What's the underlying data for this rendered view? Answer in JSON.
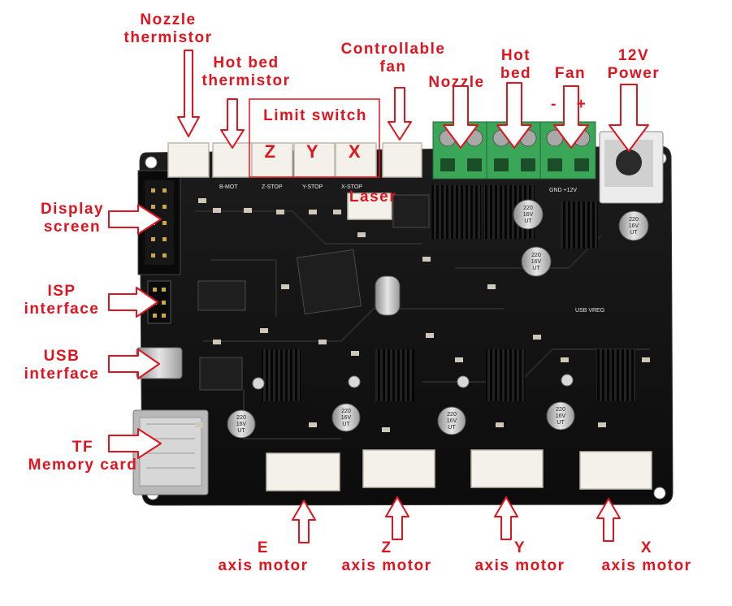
{
  "colors": {
    "label": "#e0141e",
    "board": "#151515",
    "terminal": "#3aa657",
    "connector": "#f4f1ea"
  },
  "labels": {
    "nozzle_thermistor": [
      "Nozzle",
      "thermistor"
    ],
    "hot_bed_thermistor": [
      "Hot bed",
      "thermistor"
    ],
    "limit_switch": "Limit switch",
    "z": "Z",
    "y": "Y",
    "x": "X",
    "laser": "Laser",
    "controllable_fan": [
      "Controllable",
      "fan"
    ],
    "nozzle": "Nozzle",
    "hot_bed": [
      "Hot",
      "bed"
    ],
    "fan": "Fan",
    "fan_minus": "-",
    "fan_plus": "+",
    "power_12v": [
      "12V",
      "Power"
    ],
    "display_screen": [
      "Display",
      "screen"
    ],
    "isp_interface": [
      "ISP",
      "interface"
    ],
    "usb_interface": [
      "USB",
      "interface"
    ],
    "tf_memory_card": [
      "TF",
      "Memory card"
    ],
    "e_axis_motor": [
      "E",
      "axis motor"
    ],
    "z_axis_motor": [
      "Z",
      "axis motor"
    ],
    "y_axis_motor": [
      "Y",
      "axis motor"
    ],
    "x_axis_motor": [
      "X",
      "axis motor"
    ]
  },
  "silkscreen": {
    "b_mot": "B-MOT",
    "z_stop": "Z-STOP",
    "y_stop": "Y-STOP",
    "x_stop": "X-STOP",
    "usb_vreg": "USB VREG",
    "gnd_12v": "GND +12V",
    "cap_top": "220",
    "cap_mid": "16V",
    "cap_bot": "UT"
  }
}
